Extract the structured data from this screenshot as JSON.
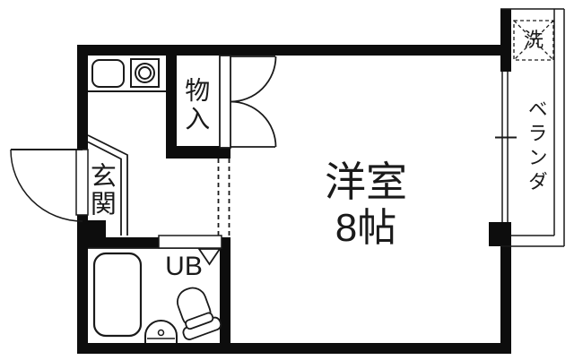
{
  "colors": {
    "wall": "#0d0d0d",
    "line": "#1a1a1a",
    "background": "#ffffff"
  },
  "rooms": {
    "main": {
      "label": "洋室",
      "size": "8帖"
    },
    "entrance": {
      "label": "玄関"
    },
    "closet": {
      "label": "物入"
    },
    "bath": {
      "label": "UB"
    },
    "veranda": {
      "label": "ベランダ"
    },
    "laundry": {
      "label": "洗"
    }
  }
}
